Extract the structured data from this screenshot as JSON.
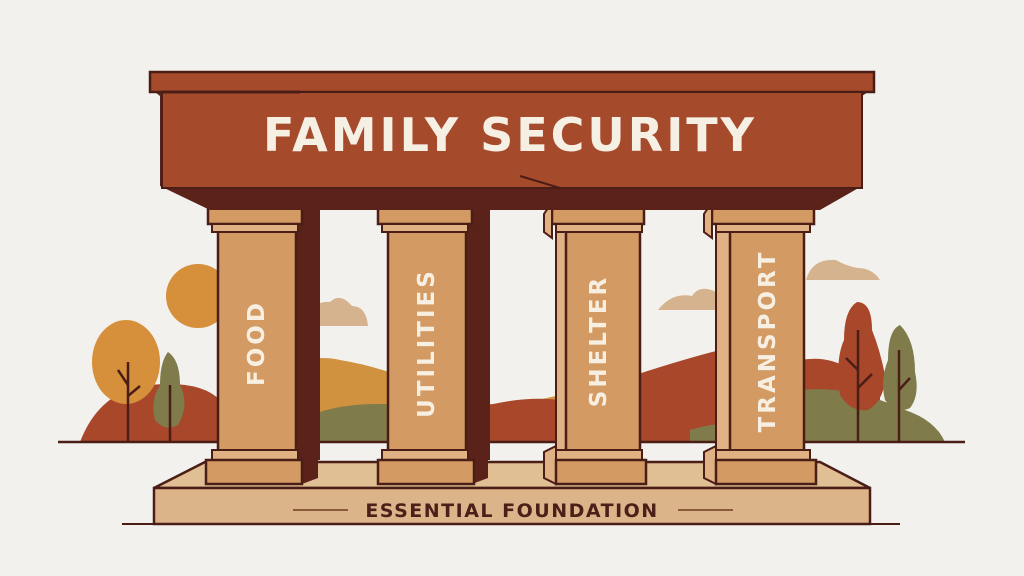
{
  "title": "FAMILY SECURITY",
  "pillars": [
    {
      "label": "FOOD"
    },
    {
      "label": "UTILITIES"
    },
    {
      "label": "SHELTER"
    },
    {
      "label": "TRANSPORT"
    }
  ],
  "foundation": {
    "label": "ESSENTIAL FOUNDATION"
  },
  "colors": {
    "background": "#f2f1ed",
    "beam": "#a64a2c",
    "beam_dark": "#5a2219",
    "pillar": "#d39a63",
    "pillar_light": "#e0b283",
    "outline": "#4a1e16",
    "sun": "#d68f3a",
    "hill_orange": "#d0923f",
    "hill_red": "#a9472a",
    "hill_green": "#7f7b4a",
    "cloud": "#d6b38f",
    "base": "#dcb48a"
  }
}
